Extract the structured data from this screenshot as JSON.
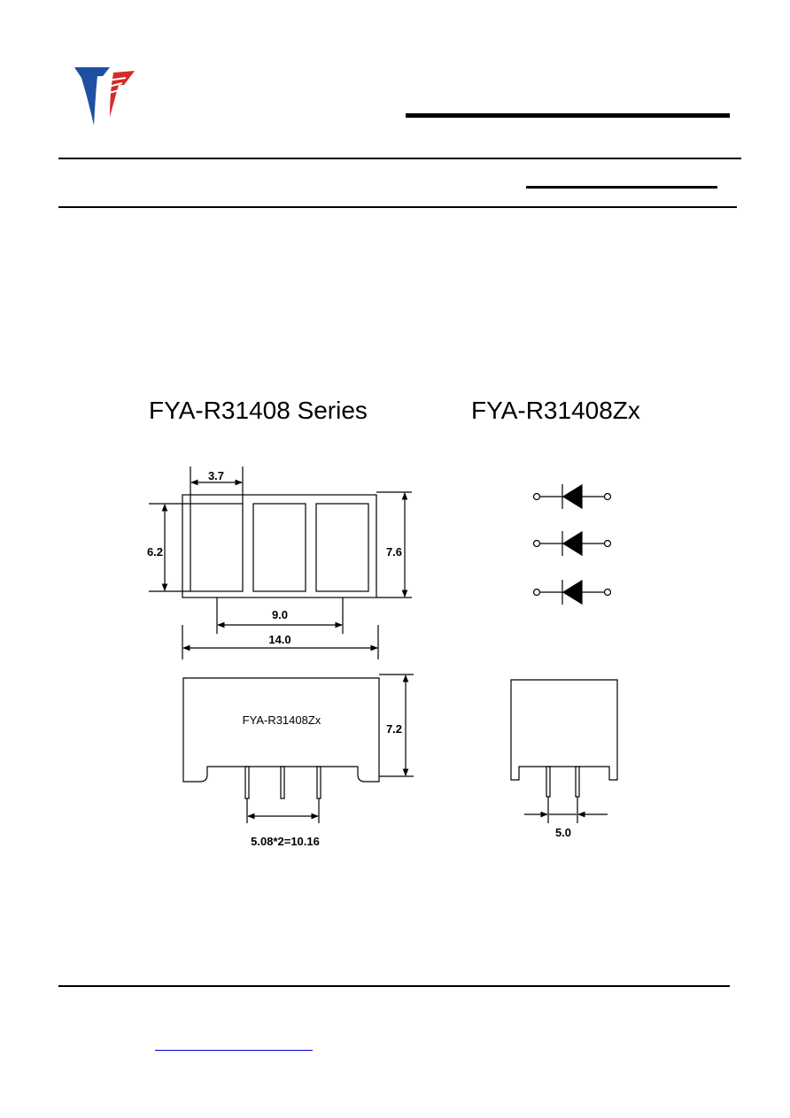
{
  "titles": {
    "left": "FYA-R31408 Series",
    "right": "FYA-R31408Zx"
  },
  "dimensions": {
    "digit_width": "3.7",
    "digit_height": "6.2",
    "body_height": "7.6",
    "pin_span": "9.0",
    "body_width": "14.0",
    "side_height": "7.2",
    "pin_pitch": "5.08*2=10.16",
    "end_pin_pitch": "5.0"
  },
  "side_label": "FYA-R31408Zx",
  "colors": {
    "logo_blue": "#1f4fa0",
    "logo_red": "#d42a2a",
    "link": "#0000cc"
  }
}
